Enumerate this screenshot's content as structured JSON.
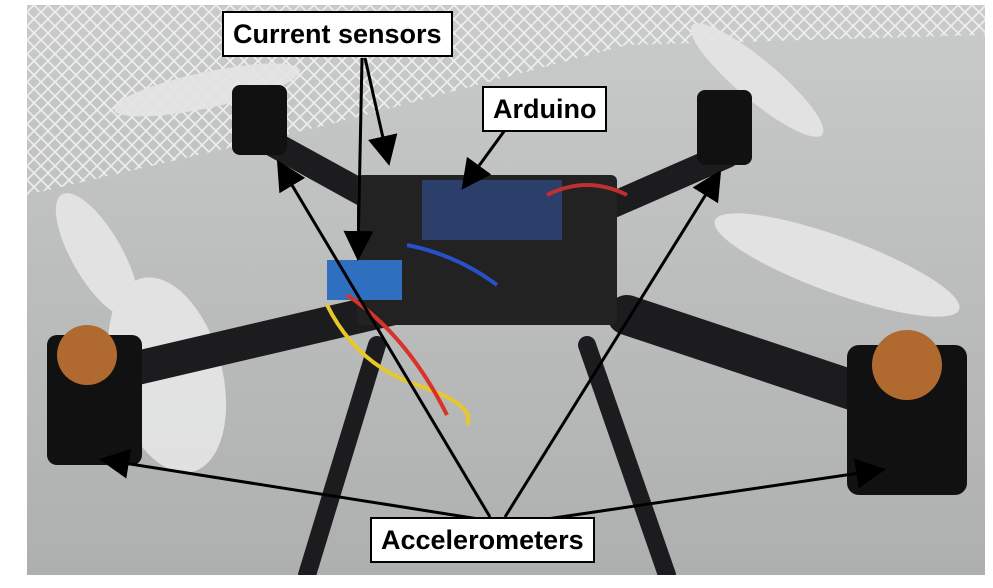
{
  "labels": {
    "current_sensors": "Current sensors",
    "arduino": "Arduino",
    "accelerometers": "Accelerometers"
  },
  "colors": {
    "floor": "#b9bbbb",
    "frame": "#1c1c1e",
    "label_border": "#000000"
  }
}
